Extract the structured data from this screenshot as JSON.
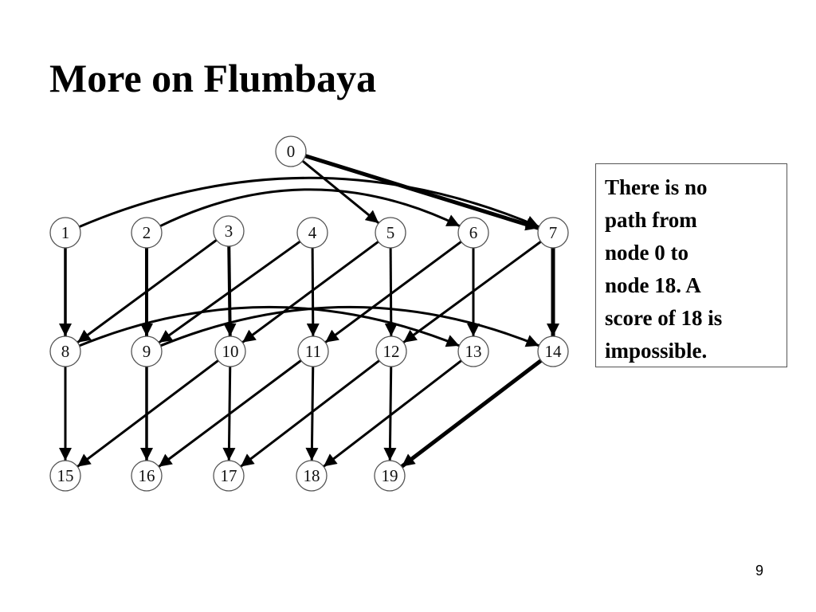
{
  "slide": {
    "title": "More on Flumbaya",
    "page_number": "9"
  },
  "callout": {
    "lines": [
      "There is no",
      "path from",
      "node 0 to",
      "node 18. A",
      "score of 18 is",
      "impossible."
    ]
  },
  "graph": {
    "nodes": [
      {
        "id": 0,
        "label": "0"
      },
      {
        "id": 1,
        "label": "1"
      },
      {
        "id": 2,
        "label": "2"
      },
      {
        "id": 3,
        "label": "3"
      },
      {
        "id": 4,
        "label": "4"
      },
      {
        "id": 5,
        "label": "5"
      },
      {
        "id": 6,
        "label": "6"
      },
      {
        "id": 7,
        "label": "7"
      },
      {
        "id": 8,
        "label": "8"
      },
      {
        "id": 9,
        "label": "9"
      },
      {
        "id": 10,
        "label": "10"
      },
      {
        "id": 11,
        "label": "11"
      },
      {
        "id": 12,
        "label": "12"
      },
      {
        "id": 13,
        "label": "13"
      },
      {
        "id": 14,
        "label": "14"
      },
      {
        "id": 15,
        "label": "15"
      },
      {
        "id": 16,
        "label": "16"
      },
      {
        "id": 17,
        "label": "17"
      },
      {
        "id": 18,
        "label": "18"
      },
      {
        "id": 19,
        "label": "19"
      }
    ],
    "edges": [
      {
        "from": 0,
        "to": 5
      },
      {
        "from": 0,
        "to": 7
      },
      {
        "from": 1,
        "to": 7
      },
      {
        "from": 2,
        "to": 6
      },
      {
        "from": 1,
        "to": 8
      },
      {
        "from": 2,
        "to": 9
      },
      {
        "from": 3,
        "to": 10
      },
      {
        "from": 4,
        "to": 11
      },
      {
        "from": 5,
        "to": 12
      },
      {
        "from": 6,
        "to": 13
      },
      {
        "from": 7,
        "to": 14
      },
      {
        "from": 3,
        "to": 8
      },
      {
        "from": 4,
        "to": 9
      },
      {
        "from": 5,
        "to": 10
      },
      {
        "from": 6,
        "to": 11
      },
      {
        "from": 7,
        "to": 12
      },
      {
        "from": 8,
        "to": 13
      },
      {
        "from": 9,
        "to": 14
      },
      {
        "from": 8,
        "to": 15
      },
      {
        "from": 9,
        "to": 16
      },
      {
        "from": 10,
        "to": 17
      },
      {
        "from": 11,
        "to": 18
      },
      {
        "from": 12,
        "to": 19
      },
      {
        "from": 10,
        "to": 15
      },
      {
        "from": 11,
        "to": 16
      },
      {
        "from": 12,
        "to": 17
      },
      {
        "from": 13,
        "to": 18
      },
      {
        "from": 14,
        "to": 19
      }
    ]
  }
}
